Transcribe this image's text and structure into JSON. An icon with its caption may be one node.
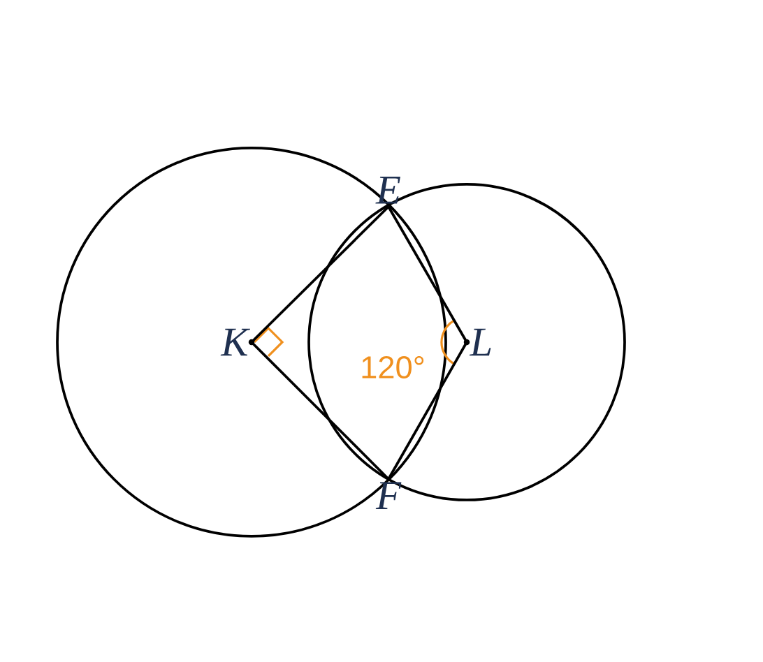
{
  "diagram": {
    "nodes": [
      {
        "text": [
          "E"
        ]
      },
      {
        "text": [
          "K"
        ]
      },
      {
        "text": [
          "L"
        ]
      },
      {
        "text": [
          "F"
        ]
      }
    ],
    "edges": [
      {
        "from": 1,
        "to": 0,
        "arrow": "none"
      },
      {
        "from": 1,
        "to": 3,
        "arrow": "none"
      },
      {
        "from": 2,
        "to": 0,
        "arrow": "none"
      },
      {
        "from": 2,
        "to": 3,
        "arrow": "none"
      }
    ],
    "labels": [
      "120°"
    ]
  }
}
